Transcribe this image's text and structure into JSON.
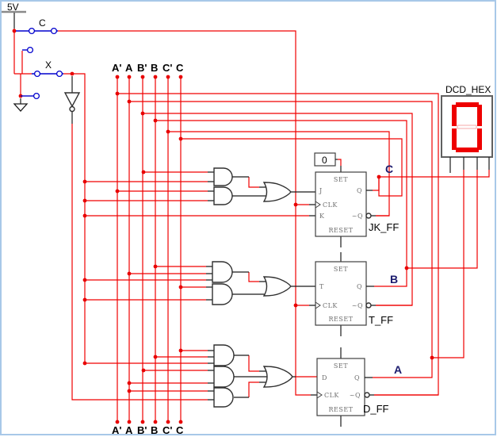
{
  "power": {
    "label": "5V"
  },
  "switches": {
    "sw1": "C",
    "sw2": "X"
  },
  "rails": {
    "top_labels": [
      "A'",
      "A",
      "B'",
      "B",
      "C'",
      "C"
    ],
    "bottom_labels": [
      "A'",
      "A",
      "B'",
      "B",
      "C'",
      "C"
    ]
  },
  "const_box": {
    "value": "0"
  },
  "flipflops": [
    {
      "name": "JK_FF",
      "output_label": "C",
      "pins": {
        "set": "SET",
        "in1": "J",
        "clk": "CLK",
        "in2": "K",
        "q": "Q",
        "qn": "~Q",
        "reset": "RESET"
      }
    },
    {
      "name": "T_FF",
      "output_label": "B",
      "pins": {
        "set": "SET",
        "in1": "T",
        "clk": "CLK",
        "q": "Q",
        "qn": "~Q",
        "reset": "RESET"
      }
    },
    {
      "name": "D_FF",
      "output_label": "A",
      "pins": {
        "set": "SET",
        "in1": "D",
        "clk": "CLK",
        "q": "Q",
        "qn": "~Q",
        "reset": "RESET"
      }
    }
  ],
  "display": {
    "name": "DCD_HEX",
    "value": "0"
  },
  "colors": {
    "wire": "#f00000",
    "switch_blue": "#0000cd",
    "segment_on": "#ee0000",
    "border": "#a8c8e8"
  }
}
